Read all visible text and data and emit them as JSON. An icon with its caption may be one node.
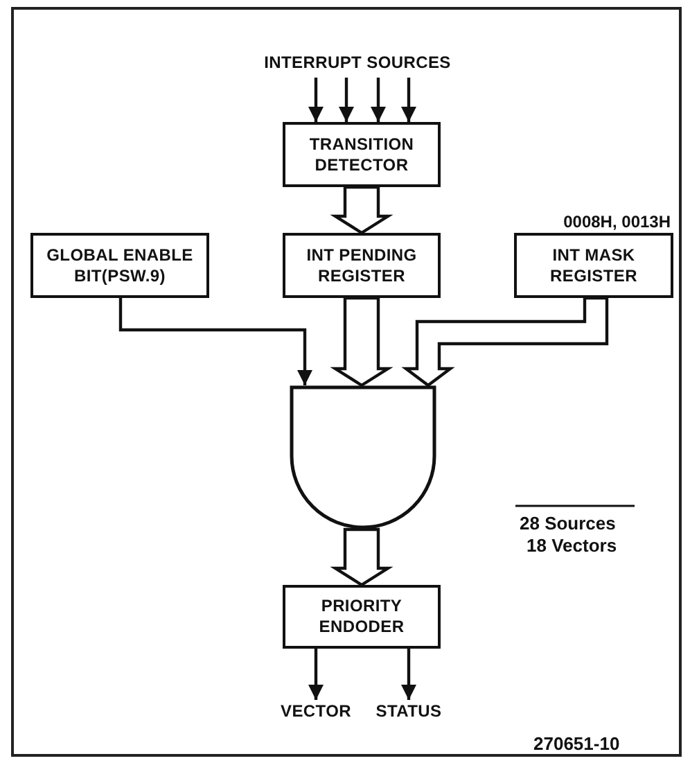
{
  "diagram": {
    "nodes": [
      {
        "text": [
          "INTERRUPT SOURCES"
        ]
      },
      {
        "text": [
          "TRANSITION DETECTOR"
        ]
      },
      {
        "text": [
          "GLOBAL ENABLE BIT(PSW.9)"
        ]
      },
      {
        "text": [
          "INT PENDING REGISTER"
        ]
      },
      {
        "text": [
          "INT MASK REGISTER"
        ],
        "beside": [
          "0008H, 0013H"
        ]
      },
      {
        "text": [],
        "shape": "gate"
      },
      {
        "text": [
          "PRIORITY ENDODER"
        ]
      },
      {
        "text": [
          "VECTOR"
        ]
      },
      {
        "text": [
          "STATUS"
        ]
      }
    ],
    "edges": [
      {
        "from": 0,
        "to": 1,
        "arrow": "to"
      },
      {
        "from": 0,
        "to": 1,
        "arrow": "to"
      },
      {
        "from": 0,
        "to": 1,
        "arrow": "to"
      },
      {
        "from": 0,
        "to": 1,
        "arrow": "to"
      },
      {
        "from": 1,
        "to": 3,
        "arrow": "to",
        "style": "thick"
      },
      {
        "from": 2,
        "to": 5,
        "arrow": "to"
      },
      {
        "from": 3,
        "to": 5,
        "arrow": "to",
        "style": "thick"
      },
      {
        "from": 4,
        "to": 5,
        "arrow": "to",
        "style": "thick"
      },
      {
        "from": 5,
        "to": 6,
        "arrow": "to",
        "style": "thick"
      },
      {
        "from": 6,
        "to": 7,
        "arrow": "to"
      },
      {
        "from": 6,
        "to": 8,
        "arrow": "to"
      }
    ],
    "labels": [
      "28 Sources",
      "18 Vectors",
      "270651-10"
    ]
  }
}
